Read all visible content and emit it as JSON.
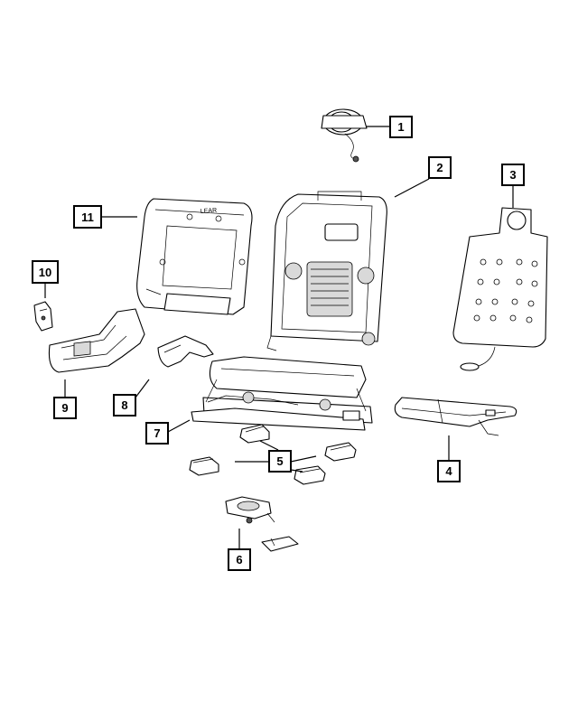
{
  "callouts": [
    {
      "id": "1",
      "label": "1"
    },
    {
      "id": "2",
      "label": "2"
    },
    {
      "id": "3",
      "label": "3"
    },
    {
      "id": "4",
      "label": "4"
    },
    {
      "id": "5",
      "label": "5"
    },
    {
      "id": "6",
      "label": "6"
    },
    {
      "id": "7",
      "label": "7"
    },
    {
      "id": "8",
      "label": "8"
    },
    {
      "id": "9",
      "label": "9"
    },
    {
      "id": "10",
      "label": "10"
    },
    {
      "id": "11",
      "label": "11"
    }
  ],
  "markings": {
    "seatback_panel_stamp": "LEAR"
  }
}
